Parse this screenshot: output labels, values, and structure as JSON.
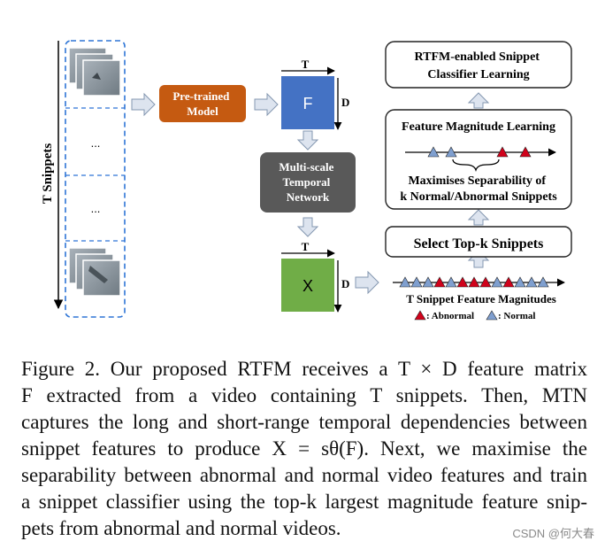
{
  "figure": {
    "t_snippets_label": "T Snippets",
    "ellipsis": "...",
    "pretrained_model": [
      "Pre-trained",
      "Model"
    ],
    "matrix_f": {
      "symbol": "F",
      "width_label": "T",
      "height_label": "D"
    },
    "mtn": [
      "Multi-scale",
      "Temporal",
      "Network"
    ],
    "matrix_x": {
      "symbol": "X",
      "width_label": "T",
      "height_label": "D"
    },
    "feature_magnitudes_label": "T Snippet Feature Magnitudes",
    "legend": {
      "abnormal": ": Abnormal",
      "normal": ": Normal"
    },
    "select_topk": "Select Top-k Snippets",
    "fml": {
      "title": "Feature Magnitude Learning",
      "subtitle": [
        "Maximises Separability of",
        "k Normal/Abnormal Snippets"
      ]
    },
    "rtfm": [
      "RTFM-enabled Snippet",
      "Classifier Learning"
    ],
    "colors": {
      "pretrained": "#c55a11",
      "matrix_f": "#4472c4",
      "mtn": "#595959",
      "matrix_x": "#70ad47",
      "abnormal": "#d0021b",
      "normal": "#7f9fcf",
      "dashed": "#2e75d6",
      "arrow_fill": "#dde4ef",
      "arrow_stroke": "#8497b0"
    }
  },
  "caption": {
    "lines": [
      "Figure 2. Our proposed RTFM receives a T × D feature matrix",
      "F extracted from a video containing T snippets. Then, MTN",
      "captures the long and short-range temporal dependencies between",
      "snippet features to produce X = sθ(F). Next, we maximise the",
      "separability between abnormal and normal video features and train",
      "a snippet classifier using the top-k largest magnitude feature snip-",
      "pets from abnormal and normal videos."
    ]
  },
  "watermark": "CSDN @何大春"
}
